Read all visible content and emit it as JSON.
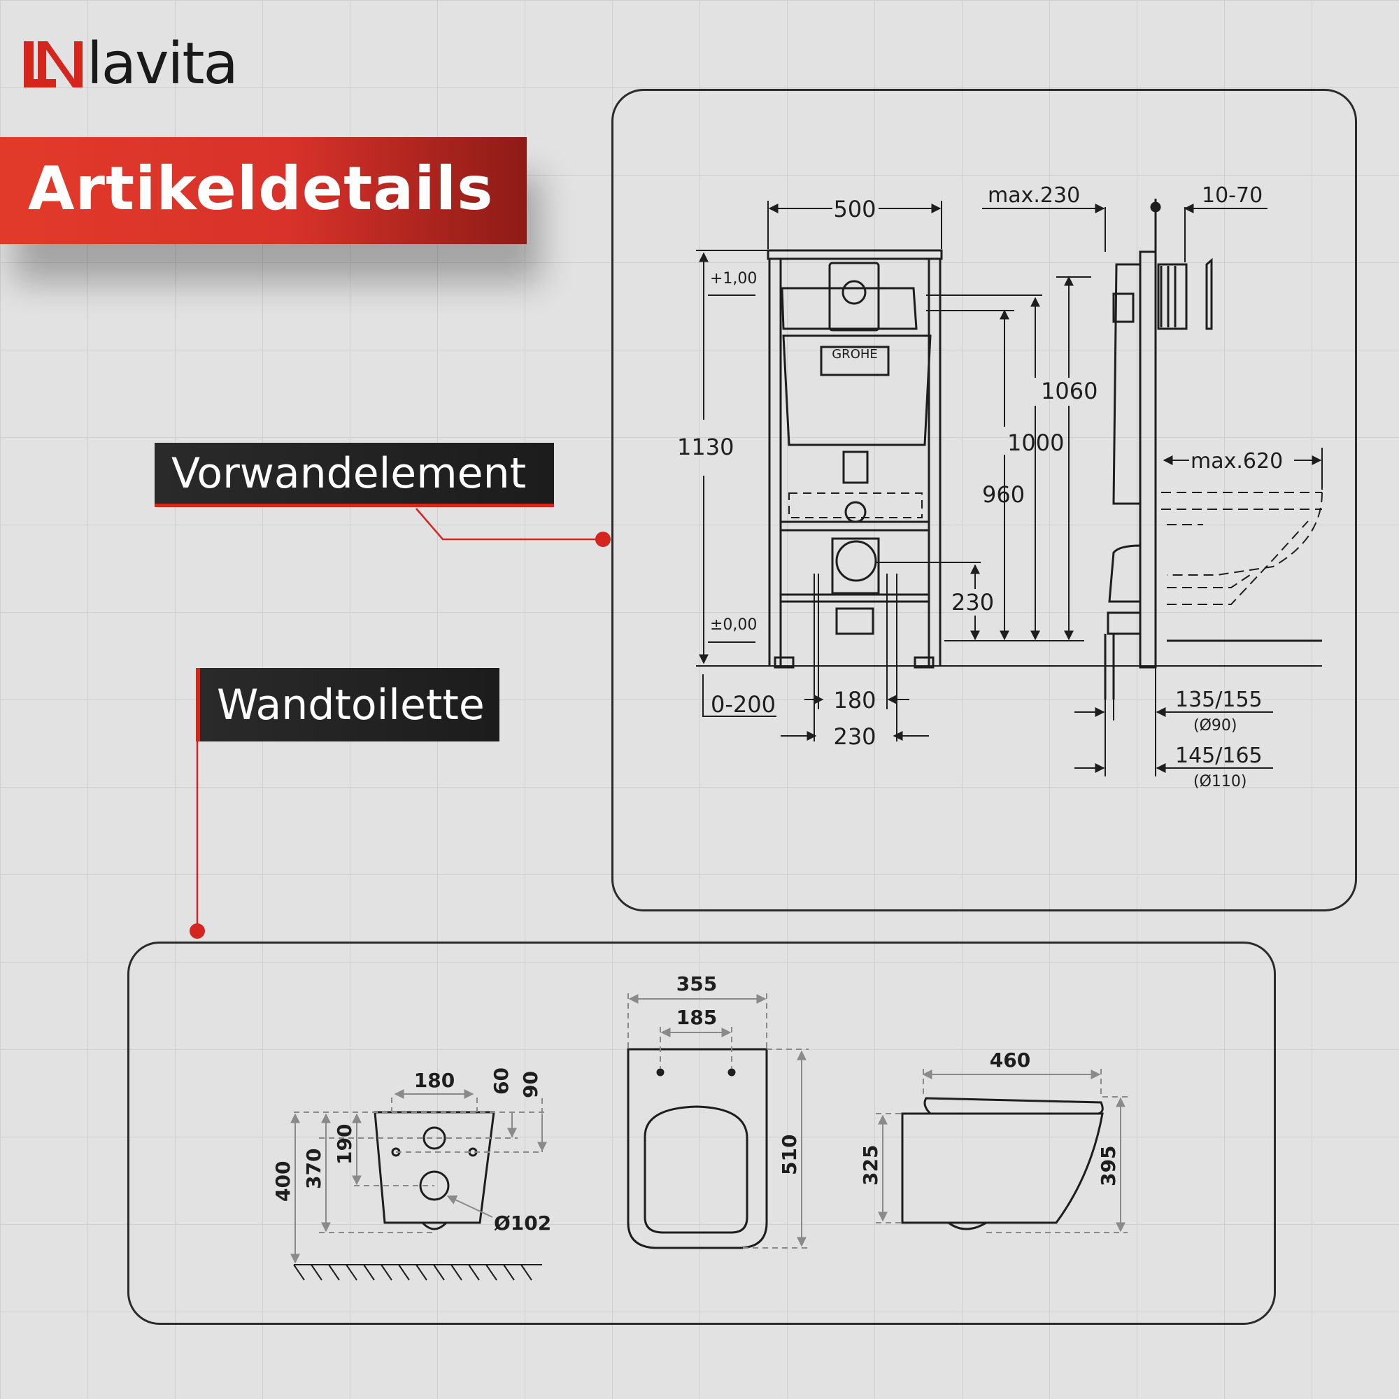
{
  "brand": {
    "name": "lavita"
  },
  "banner": {
    "title": "Artikeldetails"
  },
  "labels": {
    "pre_wall": "Vorwandelement",
    "toilet": "Wandtoilette"
  },
  "colors": {
    "accent": "#d4261f",
    "banner_dark": "#8e1b16",
    "background": "#e2e2e2",
    "label_bg": "#222222"
  },
  "frame_diagram": {
    "manufacturer": "GROHE",
    "dims": {
      "width": "500",
      "max_230": "max.230",
      "range_10_70": "10-70",
      "level_top": "+1,00",
      "level_zero": "±0,00",
      "h1130": "1130",
      "h1060": "1060",
      "h1000": "1000",
      "h960": "960",
      "h230": "230",
      "max_620": "max.620",
      "range_0_200": "0-200",
      "w180": "180",
      "w230": "230",
      "pipe_90": "135/155",
      "pipe_90_d": "(Ø90)",
      "pipe_110": "145/165",
      "pipe_110_d": "(Ø110)"
    }
  },
  "toilet_diagram": {
    "rear": {
      "w180": "180",
      "h60": "60",
      "h90": "90",
      "h190": "190",
      "h370": "370",
      "h400": "400",
      "d102": "Ø102"
    },
    "top": {
      "w355": "355",
      "w185": "185",
      "l510": "510"
    },
    "side": {
      "l460": "460",
      "h325": "325",
      "h395": "395"
    }
  }
}
